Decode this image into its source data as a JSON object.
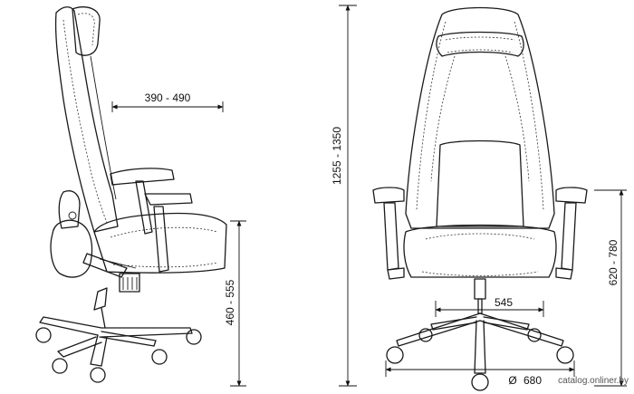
{
  "dimensions": {
    "seat_depth": "390 - 490",
    "overall_height": "1255 - 1350",
    "seat_height": "460 - 555",
    "armrest_height": "620 - 780",
    "seat_width": "545",
    "base_diameter_symbol": "Ø",
    "base_diameter": "680"
  },
  "watermark": "catalog.onliner.by"
}
